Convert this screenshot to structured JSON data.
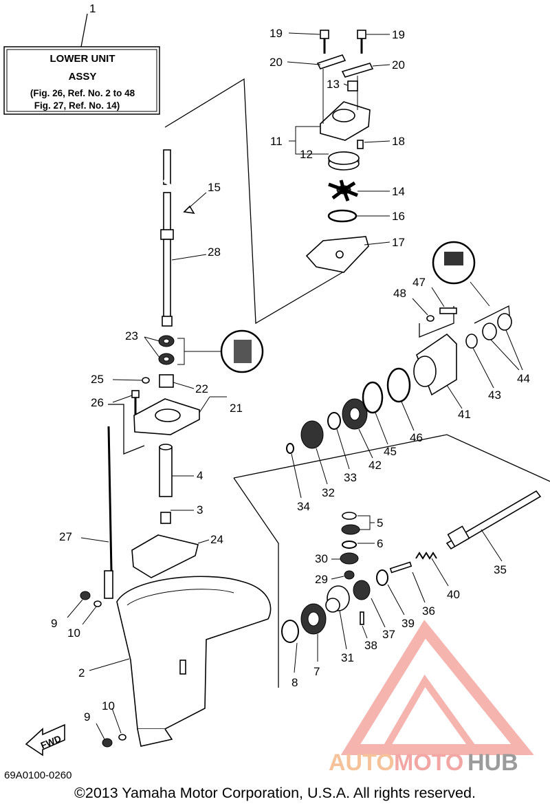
{
  "assy_box": {
    "ref": "1",
    "title_line1": "LOWER UNIT",
    "title_line2": "ASSY",
    "note_line1": "(Fig. 26, Ref. No. 2 to 48",
    "note_line2": "Fig. 27, Ref. No. 14)"
  },
  "callouts": {
    "p2": "2",
    "p3": "3",
    "p4": "4",
    "p5": "5",
    "p6": "6",
    "p7": "7",
    "p8": "8",
    "p9a": "9",
    "p9b": "9",
    "p10a": "10",
    "p10b": "10",
    "p11": "11",
    "p12": "12",
    "p13": "13",
    "p14": "14",
    "p15": "15",
    "p16": "16",
    "p17": "17",
    "p18": "18",
    "p19a": "19",
    "p19b": "19",
    "p20a": "20",
    "p20b": "20",
    "p21": "21",
    "p22": "22",
    "p23": "23",
    "p24": "24",
    "p25": "25",
    "p26": "26",
    "p27": "27",
    "p28": "28",
    "p29": "29",
    "p30": "30",
    "p31": "31",
    "p32": "32",
    "p33": "33",
    "p34": "34",
    "p35": "35",
    "p36": "36",
    "p37": "37",
    "p38": "38",
    "p39": "39",
    "p40": "40",
    "p41": "41",
    "p42": "42",
    "p43": "43",
    "p44": "44",
    "p45": "45",
    "p46": "46",
    "p47": "47",
    "p48": "48"
  },
  "fwd_label": "FWD",
  "diagram_code": "69A0100-0260",
  "copyright": "©2013 Yamaha Motor Corporation, U.S.A. All rights reserved.",
  "watermark": {
    "part1": "AUTO",
    "part2": "MOTO",
    "part3": "HUB",
    "colors": {
      "auto": "#f6c29a",
      "moto": "#f3a7a4",
      "hub": "#9b9b9b",
      "logo": "#f39b95"
    }
  }
}
